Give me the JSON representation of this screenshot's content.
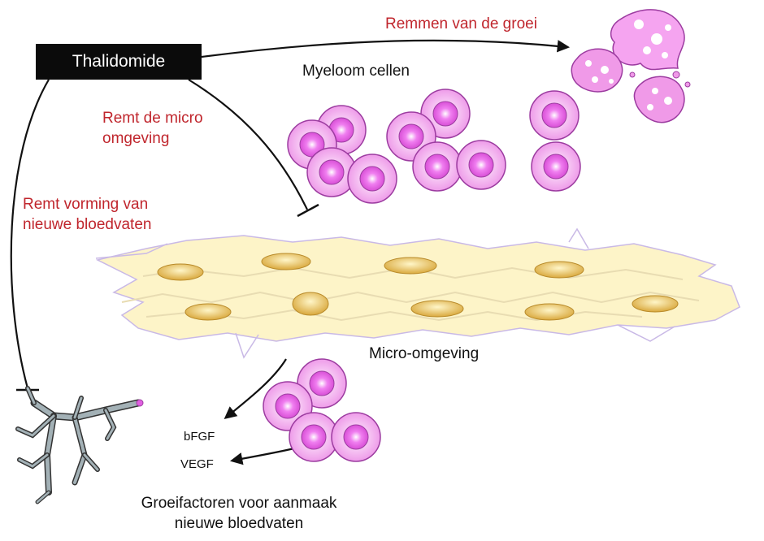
{
  "drug": {
    "label": "Thalidomide"
  },
  "labels": {
    "inhibit_growth": "Remmen van de groei",
    "myeloma_cells": "Myeloom cellen",
    "inhibit_micro_line1": "Remt de micro",
    "inhibit_micro_line2": "omgeving",
    "inhibit_vessels_line1": "Remt vorming van",
    "inhibit_vessels_line2": "nieuwe bloedvaten",
    "micro_environment": "Micro-omgeving",
    "bfgf": "bFGF",
    "vegf": "VEGF",
    "growth_factors_line1": "Groeifactoren voor aanmaak",
    "growth_factors_line2": "nieuwe bloedvaten"
  },
  "colors": {
    "inhibition_text": "#c0262d",
    "myeloma_cell_fill": "#f2a8f0",
    "myeloma_nucleus": "#e060e0",
    "stromal_cell_fill": "#fbeea8",
    "stromal_nucleus": "#e0b24a",
    "vessel": "#a3b1b6"
  }
}
